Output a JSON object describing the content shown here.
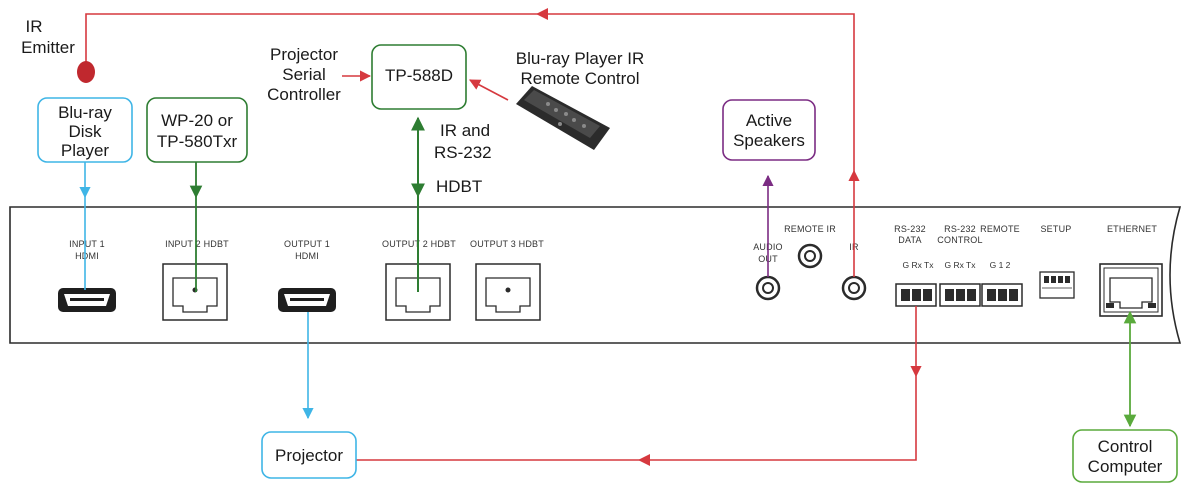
{
  "colors": {
    "ir": "#d6393f",
    "hdmi": "#3fb5e6",
    "hdbt": "#2e7d32",
    "audio": "#7b2c83",
    "ethernet": "#5aaa3c",
    "box_blu": "#3fb5e6",
    "box_green": "#2e7d32",
    "box_audio": "#7b2c83",
    "box_control": "#5aaa3c"
  },
  "labels": {
    "ir_emitter": [
      "IR",
      "Emitter"
    ],
    "projector_serial": [
      "Projector",
      "Serial",
      "Controller"
    ],
    "bluray_remote": [
      "Blu-ray Player IR",
      "Remote Control"
    ],
    "ir_rs232": [
      "IR and",
      "RS-232"
    ],
    "hdbt": "HDBT"
  },
  "boxes": {
    "bluray": [
      "Blu-ray",
      "Disk",
      "Player"
    ],
    "wp20": [
      "WP-20 or",
      "TP-580Txr"
    ],
    "tp588d": "TP-588D",
    "speakers": [
      "Active",
      "Speakers"
    ],
    "projector": "Projector",
    "control": [
      "Control",
      "Computer"
    ]
  },
  "panel": {
    "input1": [
      "INPUT 1",
      "HDMI"
    ],
    "input2": "INPUT 2 HDBT",
    "output1": [
      "OUTPUT 1",
      "HDMI"
    ],
    "output2": "OUTPUT 2 HDBT",
    "output3": "OUTPUT 3 HDBT",
    "audio_out": [
      "AUDIO",
      "OUT"
    ],
    "remote_ir": "REMOTE IR",
    "ir": "IR",
    "rs232_data": [
      "RS-232",
      "DATA"
    ],
    "rs232_control": [
      "RS-232",
      "CONTROL"
    ],
    "remote": "REMOTE",
    "setup": "SETUP",
    "ethernet": "ETHERNET",
    "pins_data": "G Rx Tx",
    "pins_control": "G Rx Tx",
    "pins_remote": "G 1 2"
  }
}
